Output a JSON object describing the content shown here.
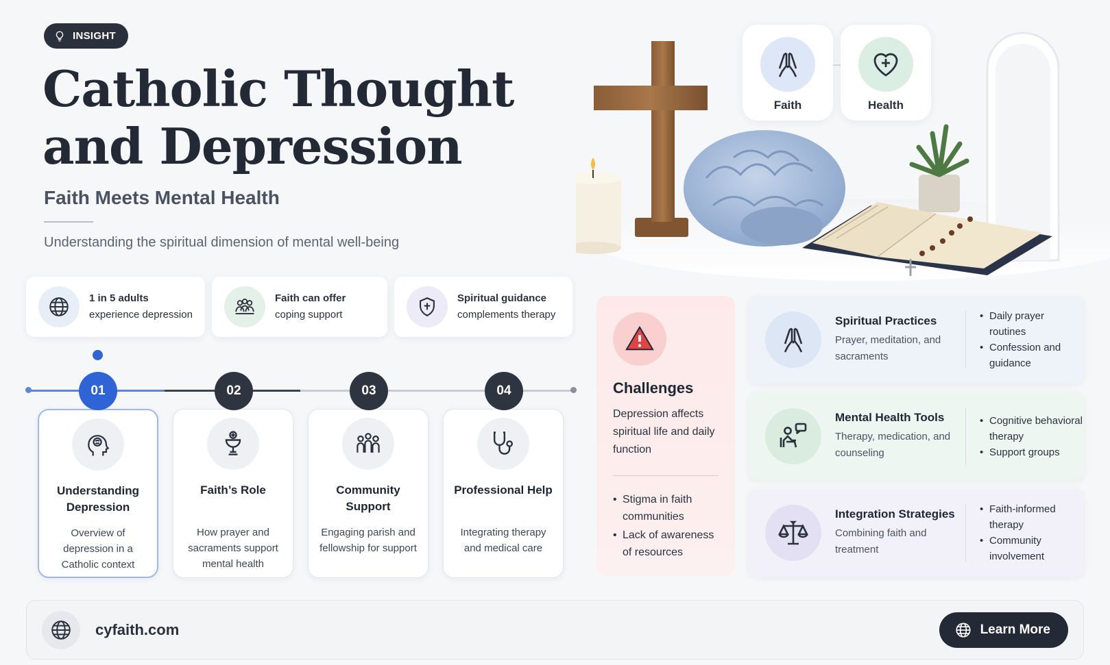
{
  "header": {
    "badge": "INSIGHT",
    "title_line1": "Catholic Thought",
    "title_line2": "and Depression",
    "subtitle": "Faith Meets Mental Health",
    "tagline": "Understanding the spiritual dimension of mental well-being"
  },
  "stats": [
    {
      "bold": "1 in 5 adults",
      "text": "experience depression",
      "icon": "globe-icon"
    },
    {
      "bold": "Faith can offer",
      "text": "coping support",
      "icon": "community-icon"
    },
    {
      "bold": "Spiritual guidance",
      "text": "complements therapy",
      "icon": "shield-cross-icon"
    }
  ],
  "steps": [
    {
      "num": "01",
      "title": "Understanding Depression",
      "desc": "Overview of depression in a Catholic context",
      "icon": "head-brain-icon"
    },
    {
      "num": "02",
      "title": "Faith’s Role",
      "desc": "How prayer and sacraments support mental health",
      "icon": "chalice-icon"
    },
    {
      "num": "03",
      "title": "Community Support",
      "desc": "Engaging parish and fellowship for support",
      "icon": "people-icon"
    },
    {
      "num": "04",
      "title": "Professional Help",
      "desc": "Integrating therapy and medical care",
      "icon": "stethoscope-icon"
    }
  ],
  "pillars": [
    {
      "label": "Faith",
      "icon": "praying-hands-icon"
    },
    {
      "label": "Health",
      "icon": "heart-plus-icon"
    }
  ],
  "challenges": {
    "title": "Challenges",
    "desc": "Depression affects spiritual life and daily function",
    "items": [
      "Stigma in faith communities",
      "Lack of awareness of resources"
    ]
  },
  "strategies": [
    {
      "title": "Spiritual Practices",
      "desc": "Prayer, meditation, and sacraments",
      "items": [
        "Daily prayer routines",
        "Confession and guidance"
      ],
      "icon": "praying-hands-icon"
    },
    {
      "title": "Mental Health Tools",
      "desc": "Therapy, medication, and counseling",
      "items": [
        "Cognitive behavioral therapy",
        "Support groups"
      ],
      "icon": "counseling-icon"
    },
    {
      "title": "Integration Strategies",
      "desc": "Combining faith and treatment",
      "items": [
        "Faith-informed therapy",
        "Community involvement"
      ],
      "icon": "scales-icon"
    }
  ],
  "footer": {
    "site": "cyfaith.com",
    "button": "Learn More"
  },
  "colors": {
    "accent_blue": "#2f64d6",
    "dark": "#2b313c",
    "challenge_bg": "#fde9e9",
    "practice_bg": "#eef3fa",
    "tools_bg": "#eef6f1",
    "integration_bg": "#f2f0f9"
  }
}
